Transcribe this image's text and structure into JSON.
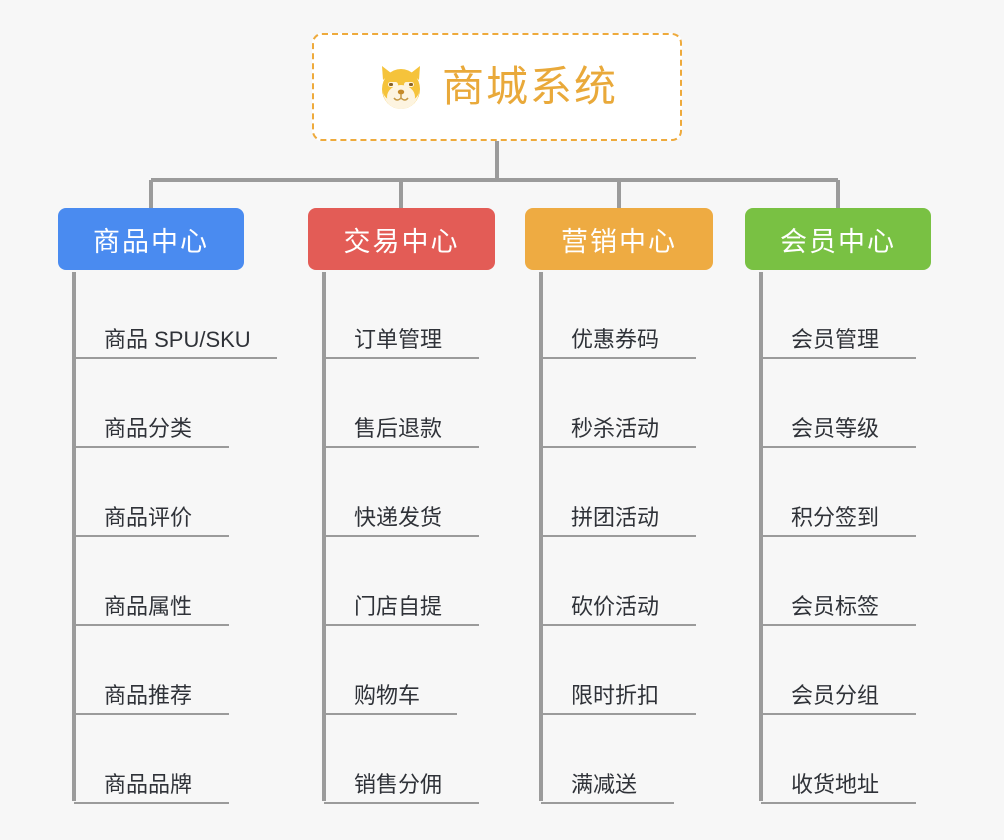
{
  "root": {
    "title": "商城系统",
    "icon": "shiba-dog-icon",
    "border_color": "#eeaa3c",
    "title_color": "#e9a93a",
    "background": "#ffffff"
  },
  "page": {
    "background": "#f7f7f7",
    "connector_color": "#9b9b9b"
  },
  "columns": [
    {
      "category": "商品中心",
      "color": "#4a8bf0",
      "items": [
        {
          "label": "商品 SPU/SKU",
          "rule_width": 203
        },
        {
          "label": "商品分类",
          "rule_width": 155
        },
        {
          "label": "商品评价",
          "rule_width": 155
        },
        {
          "label": "商品属性",
          "rule_width": 155
        },
        {
          "label": "商品推荐",
          "rule_width": 155
        },
        {
          "label": "商品品牌",
          "rule_width": 155
        }
      ]
    },
    {
      "category": "交易中心",
      "color": "#e35c56",
      "items": [
        {
          "label": "订单管理",
          "rule_width": 155
        },
        {
          "label": "售后退款",
          "rule_width": 155
        },
        {
          "label": "快递发货",
          "rule_width": 155
        },
        {
          "label": "门店自提",
          "rule_width": 155
        },
        {
          "label": "购物车",
          "rule_width": 133
        },
        {
          "label": "销售分佣",
          "rule_width": 155
        }
      ]
    },
    {
      "category": "营销中心",
      "color": "#eeab42",
      "items": [
        {
          "label": "优惠券码",
          "rule_width": 155
        },
        {
          "label": "秒杀活动",
          "rule_width": 155
        },
        {
          "label": "拼团活动",
          "rule_width": 155
        },
        {
          "label": "砍价活动",
          "rule_width": 155
        },
        {
          "label": "限时折扣",
          "rule_width": 155
        },
        {
          "label": "满减送",
          "rule_width": 133
        }
      ]
    },
    {
      "category": "会员中心",
      "color": "#79c143",
      "items": [
        {
          "label": "会员管理",
          "rule_width": 155
        },
        {
          "label": "会员等级",
          "rule_width": 155
        },
        {
          "label": "积分签到",
          "rule_width": 155
        },
        {
          "label": "会员标签",
          "rule_width": 155
        },
        {
          "label": "会员分组",
          "rule_width": 155
        },
        {
          "label": "收货地址",
          "rule_width": 155
        }
      ]
    }
  ]
}
